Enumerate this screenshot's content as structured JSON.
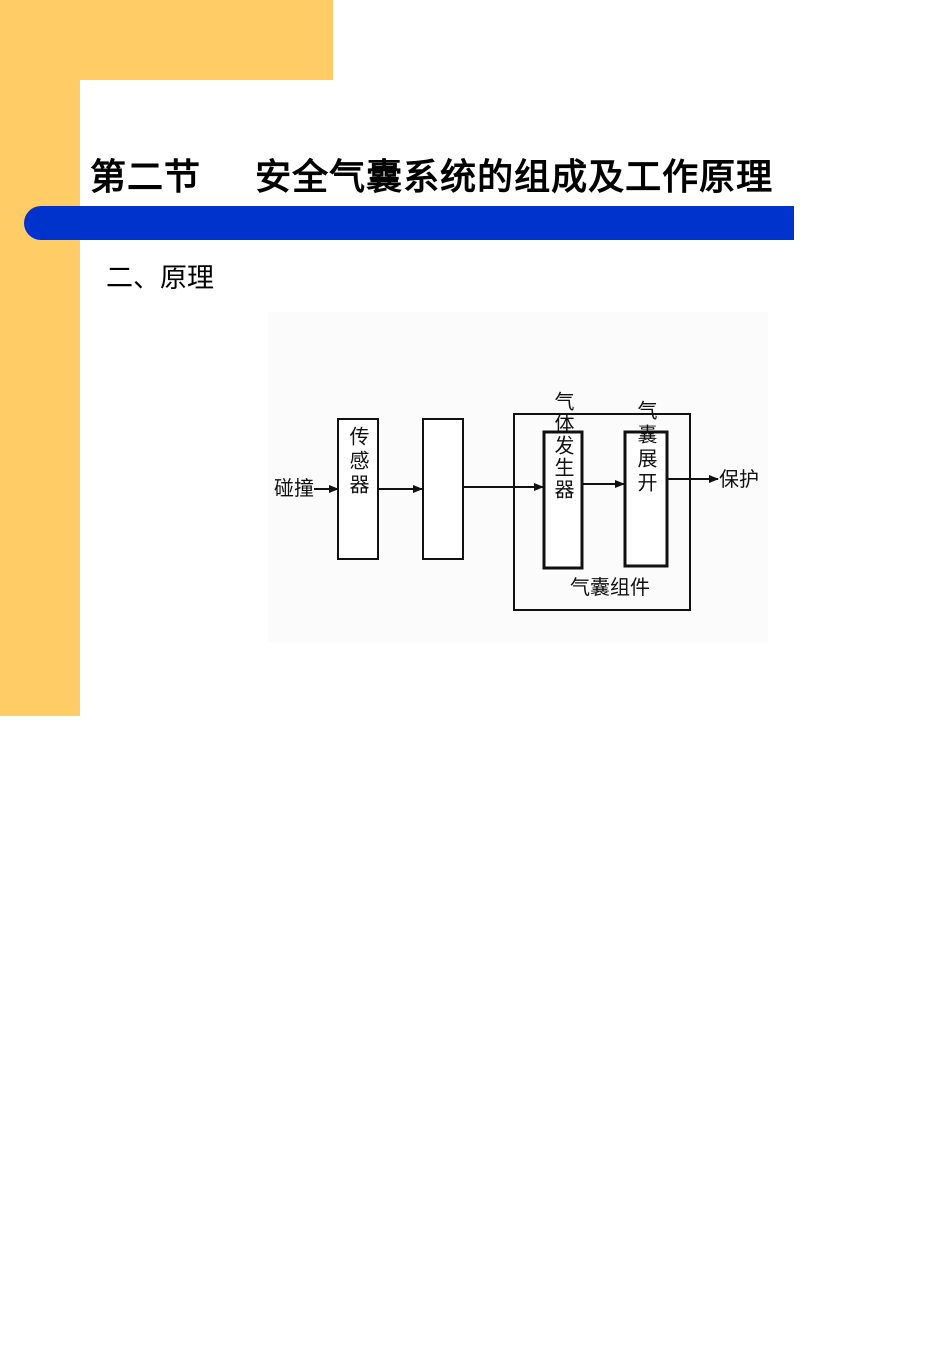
{
  "slide": {
    "title": "第二节    安全气囊系统的组成及工作原理",
    "subtitle": "二、原理",
    "colors": {
      "accent_bar": "#0033cc",
      "side_bar": "#ffcc66"
    }
  },
  "diagram": {
    "input_label": "碰撞",
    "sensor_label": "传感器",
    "controller_label": "",
    "generator_label": "气体发生器",
    "deploy_label": "气囊展开",
    "module_label": "气囊组件",
    "output_label": "保护"
  }
}
